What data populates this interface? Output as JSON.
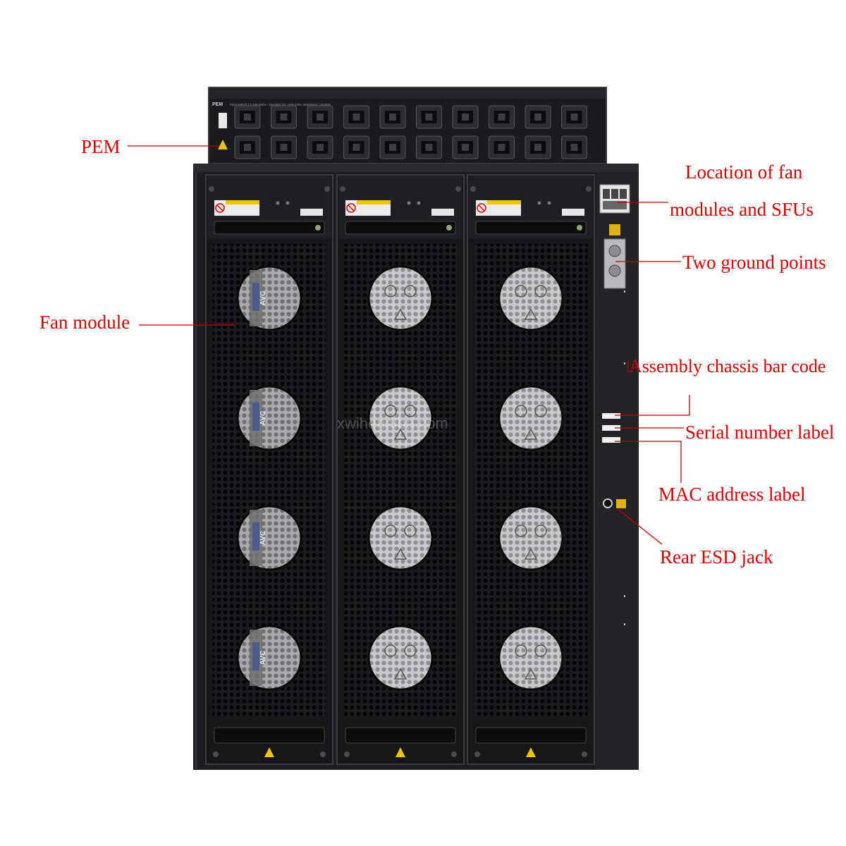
{
  "pem": {
    "title": "PEM",
    "input_spec": "PEM INPUT | 3 240-380V~ 16A/48V DC~200-240V 2600W/AC 16A/6W",
    "caution": "CAUTION"
  },
  "labels": {
    "pem": "PEM",
    "fan_location_line1": "Location of fan",
    "fan_location_line2": "modules and SFUs",
    "ground_points": "Two ground points",
    "fan_module": "Fan module",
    "bar_code": "Assembly chassis bar code",
    "serial_label": "Serial number label",
    "mac_label": "MAC address label",
    "esd_jack": "Rear ESD jack"
  },
  "fan_brand": "AVC",
  "watermark": "xwihenalba.com",
  "colors": {
    "label": "#d40000",
    "chassis": "#1c1d20",
    "mesh": "#0e0f11",
    "fan_gray": "#c2c3c5",
    "fan_hub_blue": "#2a3f8a"
  }
}
